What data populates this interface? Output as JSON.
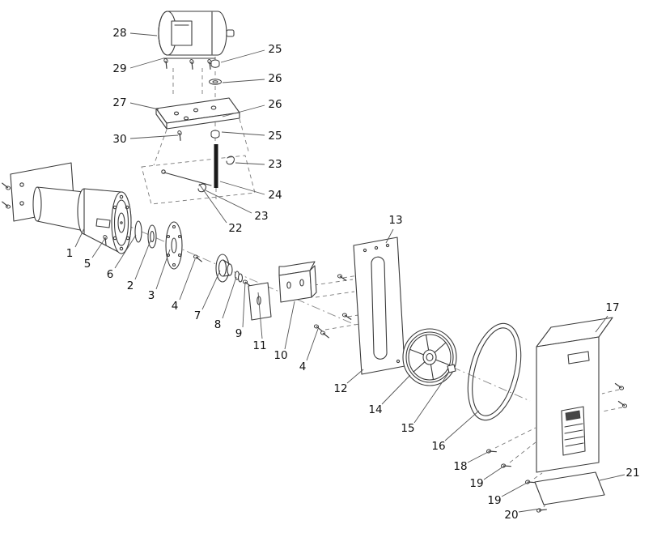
{
  "page": {
    "background": "#ffffff"
  },
  "diagram": {
    "type": "exploded-parts-diagram",
    "colors": {
      "line": "#3a3a3a",
      "construction_line": "#8a8a8a",
      "callout_text": "#111111",
      "rod_fill": "#1a1a1a",
      "vent_dark": "#474747"
    },
    "callouts": [
      {
        "label": "28"
      },
      {
        "label": "29"
      },
      {
        "label": "25"
      },
      {
        "label": "26"
      },
      {
        "label": "27"
      },
      {
        "label": "26"
      },
      {
        "label": "30"
      },
      {
        "label": "25"
      },
      {
        "label": "23"
      },
      {
        "label": "24"
      },
      {
        "label": "23"
      },
      {
        "label": "22"
      },
      {
        "label": "1"
      },
      {
        "label": "5"
      },
      {
        "label": "6"
      },
      {
        "label": "2"
      },
      {
        "label": "3"
      },
      {
        "label": "4"
      },
      {
        "label": "7"
      },
      {
        "label": "8"
      },
      {
        "label": "9"
      },
      {
        "label": "11"
      },
      {
        "label": "10"
      },
      {
        "label": "4"
      },
      {
        "label": "12"
      },
      {
        "label": "13"
      },
      {
        "label": "14"
      },
      {
        "label": "15"
      },
      {
        "label": "16"
      },
      {
        "label": "17"
      },
      {
        "label": "18"
      },
      {
        "label": "19"
      },
      {
        "label": "19"
      },
      {
        "label": "21"
      },
      {
        "label": "20"
      }
    ]
  }
}
